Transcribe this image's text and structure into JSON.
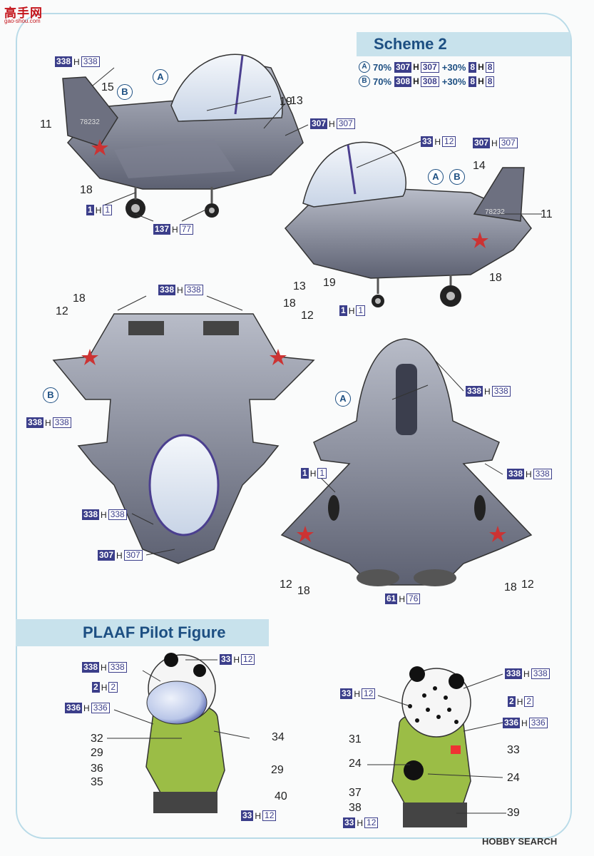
{
  "logo": {
    "text": "高手网",
    "sub": "gao-shou.com"
  },
  "scheme": {
    "title": "Scheme 2",
    "mixes": [
      {
        "id": "A",
        "p1": "70%",
        "g1": "307",
        "m1": "307",
        "p2": "+30%",
        "g2": "8",
        "m2": "8"
      },
      {
        "id": "B",
        "p1": "70%",
        "g1": "308",
        "m1": "308",
        "p2": "+30%",
        "g2": "8",
        "m2": "8"
      }
    ]
  },
  "pilot_title": "PLAAF Pilot Figure",
  "letter_h": "H",
  "callouts": [
    {
      "g": "338",
      "m": "338"
    },
    {
      "g": "307",
      "m": "307"
    },
    {
      "g": "1",
      "m": "1"
    },
    {
      "g": "137",
      "m": "77"
    },
    {
      "g": "33",
      "m": "12"
    },
    {
      "g": "307",
      "m": "307"
    },
    {
      "g": "1",
      "m": "1"
    },
    {
      "g": "338",
      "m": "338"
    },
    {
      "g": "338",
      "m": "338"
    },
    {
      "g": "338",
      "m": "338"
    },
    {
      "g": "307",
      "m": "307"
    },
    {
      "g": "338",
      "m": "338"
    },
    {
      "g": "1",
      "m": "1"
    },
    {
      "g": "338",
      "m": "338"
    },
    {
      "g": "61",
      "m": "76"
    },
    {
      "g": "338",
      "m": "338"
    },
    {
      "g": "2",
      "m": "2"
    },
    {
      "g": "336",
      "m": "336"
    },
    {
      "g": "33",
      "m": "12"
    },
    {
      "g": "33",
      "m": "12"
    },
    {
      "g": "338",
      "m": "338"
    },
    {
      "g": "33",
      "m": "12"
    },
    {
      "g": "2",
      "m": "2"
    },
    {
      "g": "336",
      "m": "336"
    },
    {
      "g": "33",
      "m": "12"
    }
  ],
  "numbers": [
    "15",
    "11",
    "19",
    "13",
    "18",
    "14",
    "11",
    "13",
    "19",
    "18",
    "18",
    "12",
    "18",
    "12",
    "12",
    "18",
    "18",
    "12",
    "32",
    "29",
    "36",
    "35",
    "34",
    "29",
    "40",
    "31",
    "24",
    "37",
    "38",
    "33",
    "24",
    "39"
  ],
  "circle_labels": [
    "A",
    "B",
    "A",
    "B",
    "B",
    "A"
  ],
  "tail_text": "78232",
  "footer": "HOBBY SEARCH"
}
